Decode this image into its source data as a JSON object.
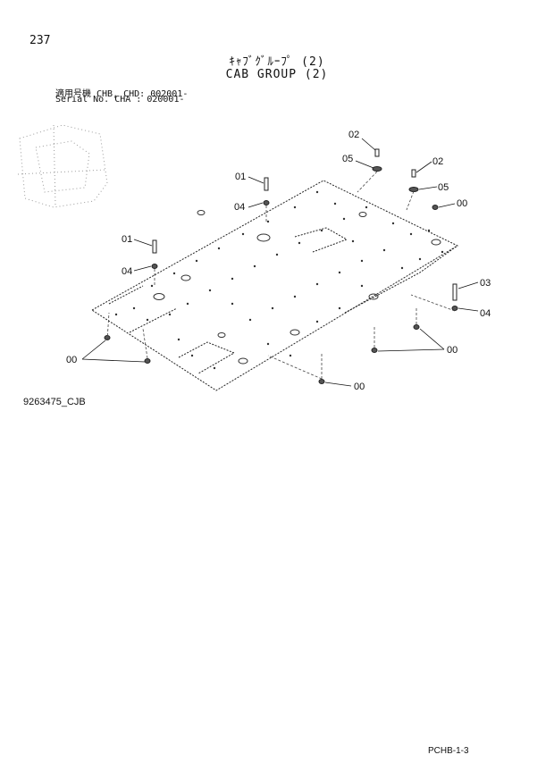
{
  "header": {
    "page_number": "237",
    "title_jp": "ｷｬﾌﾞｸﾞﾙｰﾌﾟ (2)",
    "title_en": "CAB GROUP (2)",
    "serial_line_1": "適用号機  CHB, CHD: 002001-",
    "serial_line_2": "Serial No. CHA     : 020001-"
  },
  "diagram": {
    "callouts": {
      "c1": "02",
      "c2": "05",
      "c3": "02",
      "c4": "05",
      "c5": "00",
      "c6": "01",
      "c7": "04",
      "c8": "01",
      "c9": "04",
      "c10": "03",
      "c11": "04",
      "c12": "00",
      "c13": "00",
      "c14": "00"
    }
  },
  "footer": {
    "drawing_code": "9263475_CJB",
    "page_code": "PCHB-1-3"
  }
}
